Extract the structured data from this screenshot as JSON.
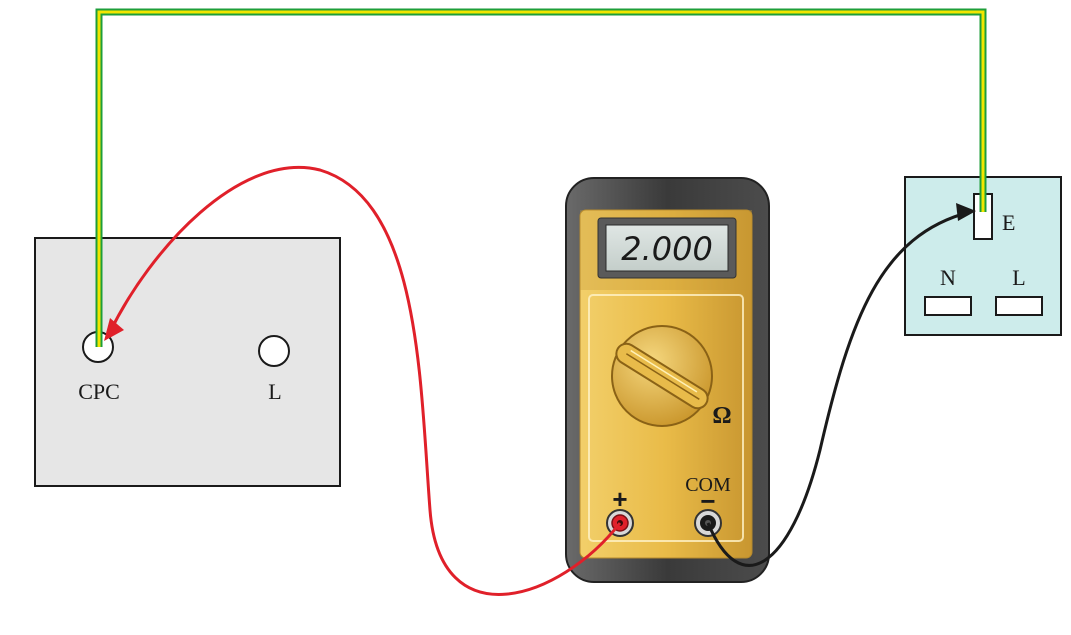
{
  "consumer_unit": {
    "terminal_cpc_label": "CPC",
    "terminal_l_label": "L"
  },
  "multimeter": {
    "display_reading": "2.000",
    "range_symbol": "Ω",
    "plus_symbol": "+",
    "com_label": "COM",
    "minus_symbol": "−"
  },
  "socket": {
    "earth_label": "E",
    "neutral_label": "N",
    "live_label": "L"
  },
  "colors": {
    "cpc_wire_green": "#1e9e3a",
    "cpc_wire_yellow": "#f2e600",
    "red_lead": "#e0202a",
    "black_lead": "#1a1a1a",
    "consumer_unit_fill": "#e6e6e6",
    "socket_fill": "#cdeceb",
    "meter_body": "#e8b84a"
  }
}
